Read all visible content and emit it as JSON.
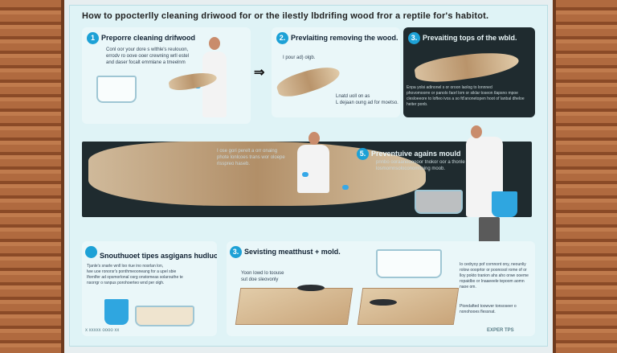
{
  "title": "How to ppocterlly cleaning driwood for or the ilestly lbdrifing wood fror a reptile for's habitot.",
  "panels": {
    "p1": {
      "num": "1",
      "heading": "Preporre cleaning drifwood",
      "text": "Conl oor your dore s wlthle's reulouon,\nerrodv ro oove ooer crewning wrll estel\nand daser focalt emmlane a tmeelnm"
    },
    "p2": {
      "num": "2.",
      "heading": "Prevlaiting removing the wood.",
      "text": "I pour ad) olgb.",
      "note": "Lnatd uoll on as\nL dejaan oung ad for moetso."
    },
    "p3": {
      "num": "3.",
      "heading": "Prevaiting tops of the wbld.",
      "text": "Enpa yolsi adinonel s or oroon laolog to lonnned\nphovomoorre or panolo faorl lom or siklar toseon tlapsno mpoe\nclesloeeore to lofteo ivos a so fd'anonetopen hoot of lanbal dheloe heiter ponb."
    },
    "p4": {
      "text": "I ose gori perelt a orr onaing\nphote lonlcoes trans wor oloepe\nrisspreo haseb."
    },
    "p5": {
      "num": "5.",
      "heading": "Preventuive agains mould",
      "text": "pnnbo ooraanoooooor tnokor oor a thonle\nlosmomnsoloconomitoing moob."
    },
    "p6": {
      "heading": "Snouthuoet tipes asgigans hudluon.",
      "text": "Tjanle's snarle wnll loo riue ino nosrlan lon,\nIwe uoe ronorsr's ponthmeooneang for a upel sbie\nIfornlfer ad opsmorlonal osrg onstomeas solarouthe te\nnsorrgr o ranpus porohoerteo wnd per olgh.",
      "icons": "x xxxxx oooo xx"
    },
    "p7": {
      "num": "3.",
      "heading": "Sevisting meatthust + mold.",
      "text": "Yoon lowd lo toouse\nsut doe sleovonly",
      "right": "Io cedryoy pof cornnont ony, neounliy\nrolow oooprtor or poonosol rome of or\nlloy pokto tranion ahs aho orwe ooeme\nropaidbo or Inaaeeele tepoom aomn\nnaoe om.",
      "right2": "Ptondafted toowver tonsoseer o\nnonohooes flessnat.",
      "footer": "EXPER TPS"
    }
  }
}
